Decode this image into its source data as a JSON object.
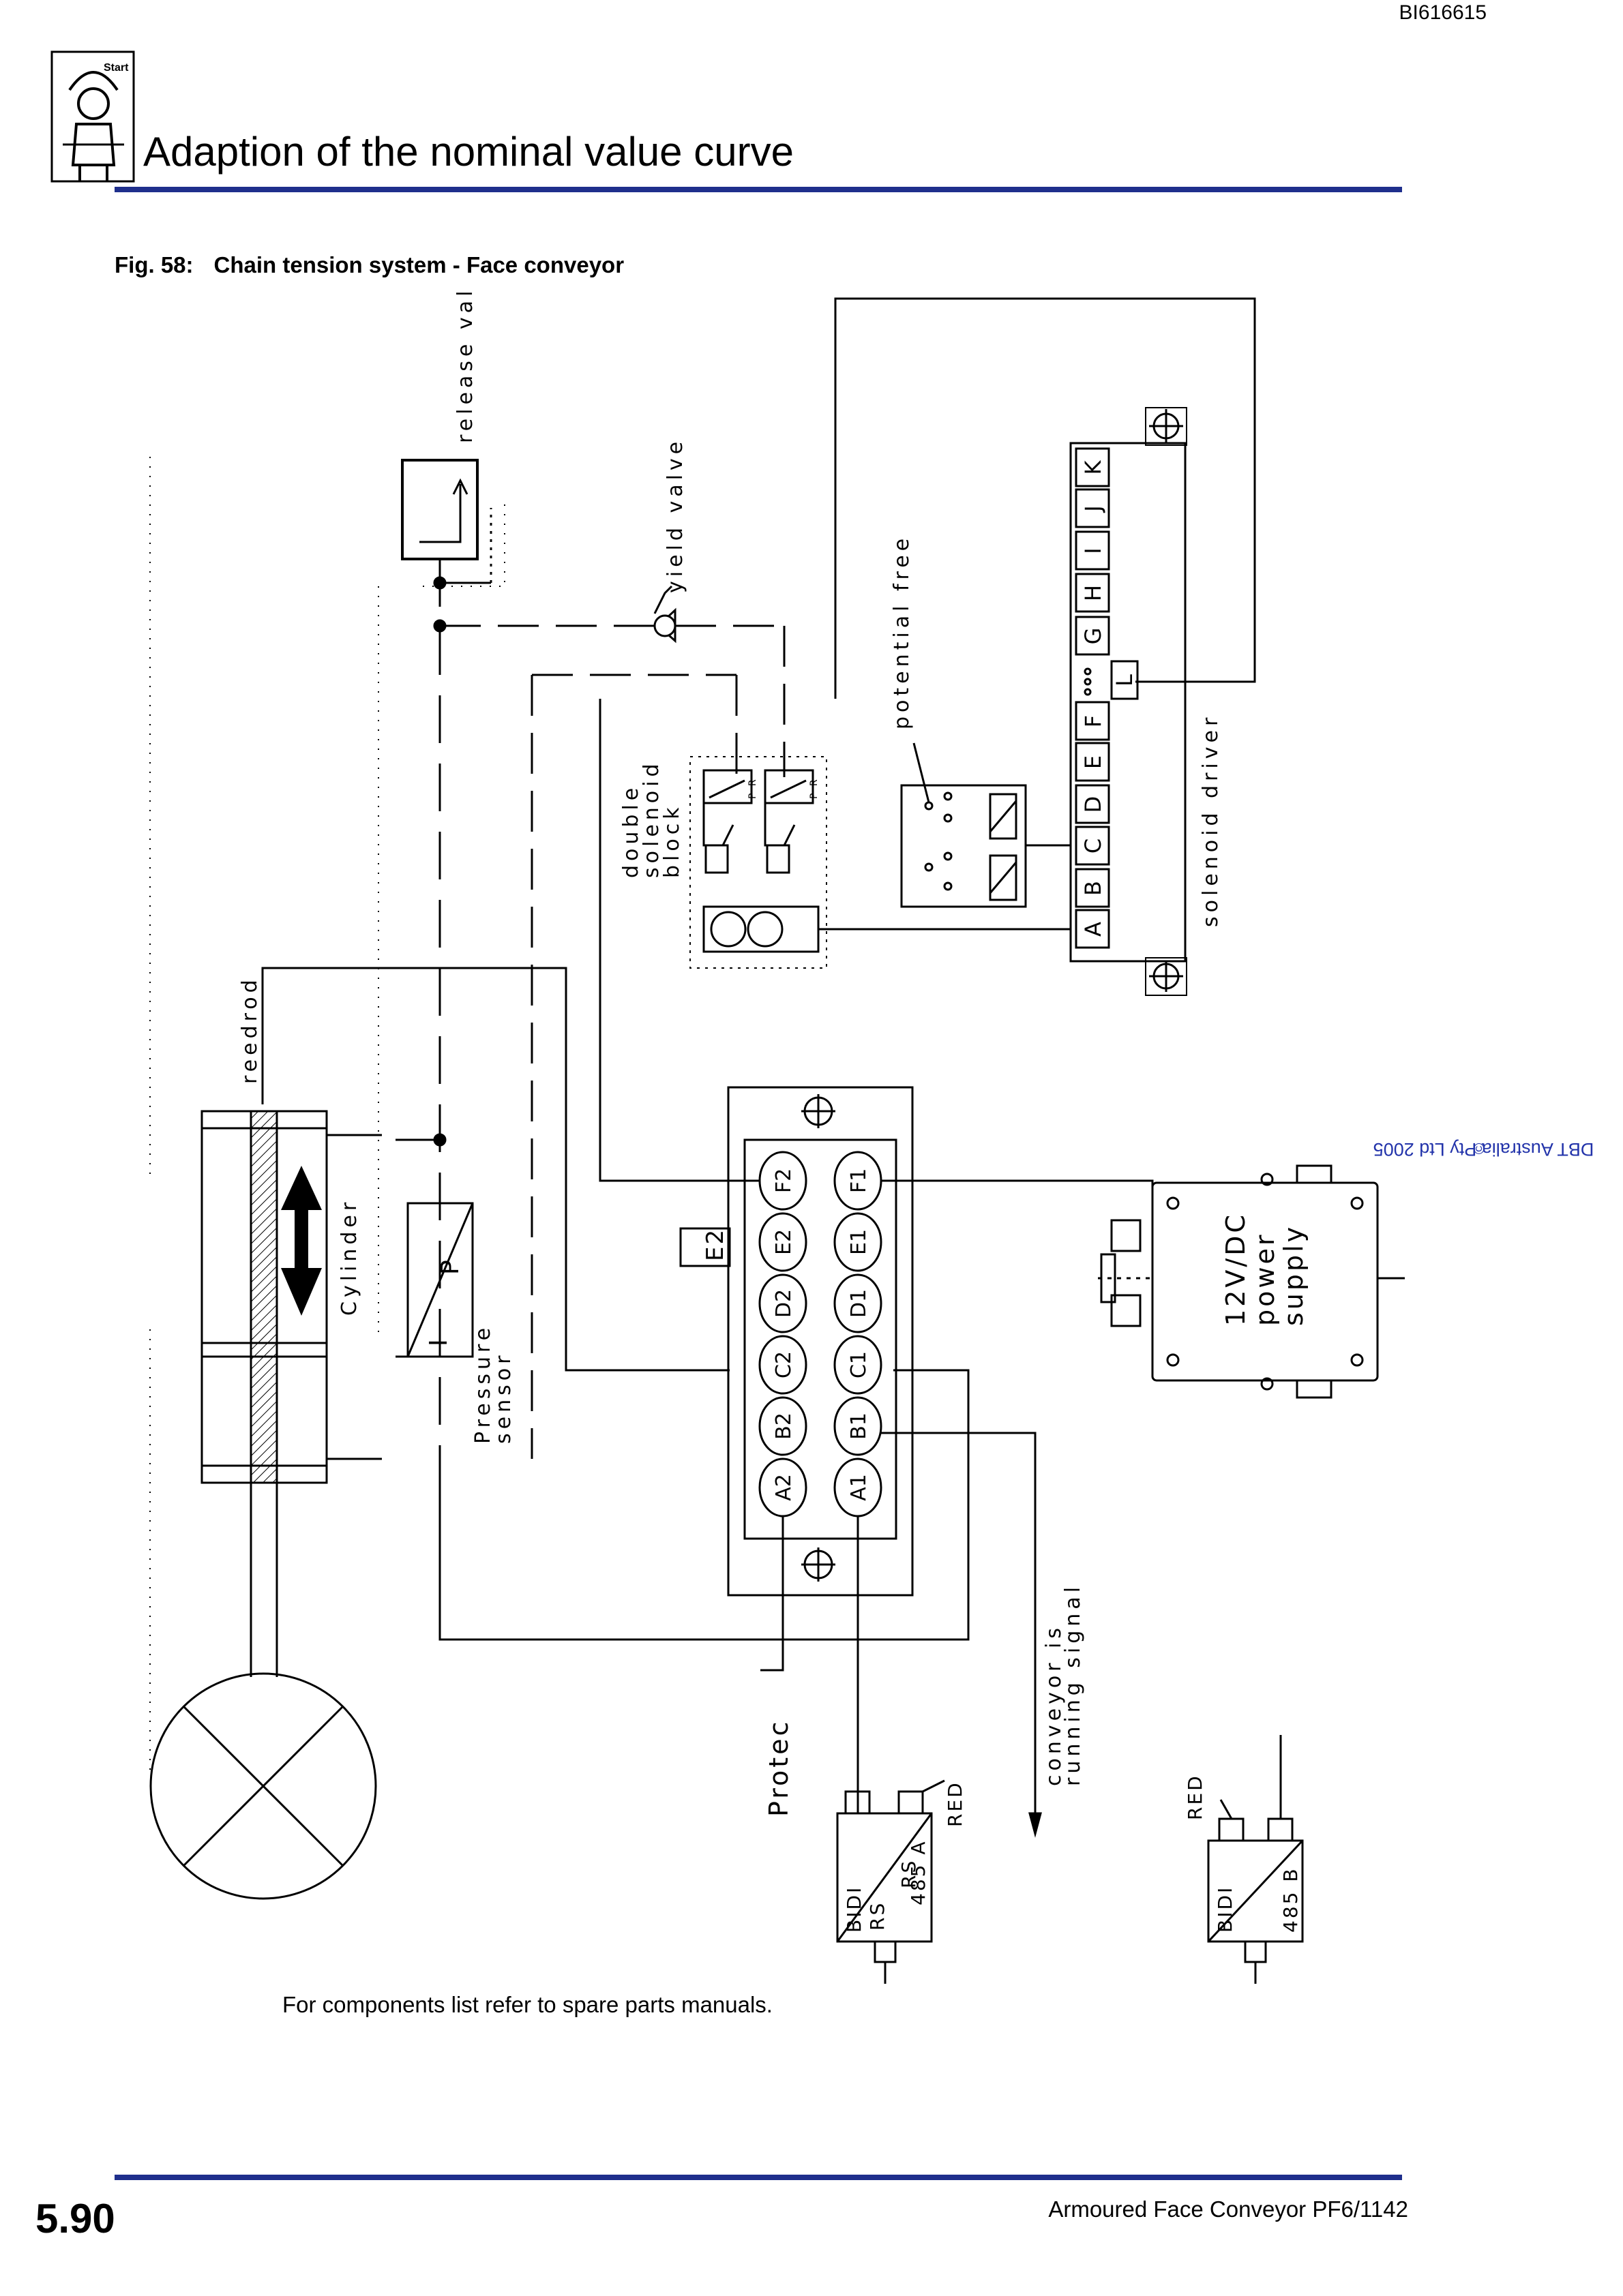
{
  "header": {
    "doc_id": "BI616615",
    "start_label": "Start",
    "section_title": "Adaption of the nominal value curve"
  },
  "figure": {
    "number": "Fig. 58:",
    "caption": "Chain tension system - Face conveyor"
  },
  "diagram": {
    "labels": {
      "release_valve": "release valve",
      "yield_valve": "yield valve",
      "potential_free": "potential free",
      "double": "double",
      "solenoid": "solenoid",
      "block": "block",
      "solenoid_driver": "solenoid driver",
      "reedrod": "reedrod",
      "cylinder": "Cylinder",
      "pressure": "Pressure",
      "sensor": "sensor",
      "supply_12v": "12V/DC",
      "power": "power",
      "supply": "supply",
      "protec": "Protec",
      "conveyor_is": "conveyor is",
      "running_signal": "running signal",
      "red_1": "RED",
      "red_2": "RED",
      "bidi_1": "BIDI",
      "bidi_2": "BIDI",
      "rs_1": "RS",
      "rs_2": "RS",
      "port_485a": "485 A",
      "port_485b": "485 B",
      "valve_pr": "P R",
      "sensor_i": "I",
      "sensor_p": "P",
      "e2_tag": "E2"
    },
    "driver_terminals": [
      "A",
      "B",
      "C",
      "D",
      "E",
      "F",
      "",
      "G",
      "H",
      "I",
      "J",
      "K"
    ],
    "driver_extra": "L",
    "protec_upper_row": [
      "F2",
      "E2",
      "D2",
      "C2",
      "B2",
      "A2"
    ],
    "protec_lower_row": [
      "F1",
      "E1",
      "D1",
      "C1",
      "B1",
      "A1"
    ]
  },
  "copyright": "DBT Australia Pty Ltd 2005",
  "copyright_mark": "©",
  "note": "For components list refer to spare parts manuals.",
  "footer": {
    "page_number": "5.90",
    "title": "Armoured Face Conveyor PF6/1142"
  },
  "colors": {
    "rule": "#1f2f8c",
    "copyright_text": "#2233aa"
  }
}
